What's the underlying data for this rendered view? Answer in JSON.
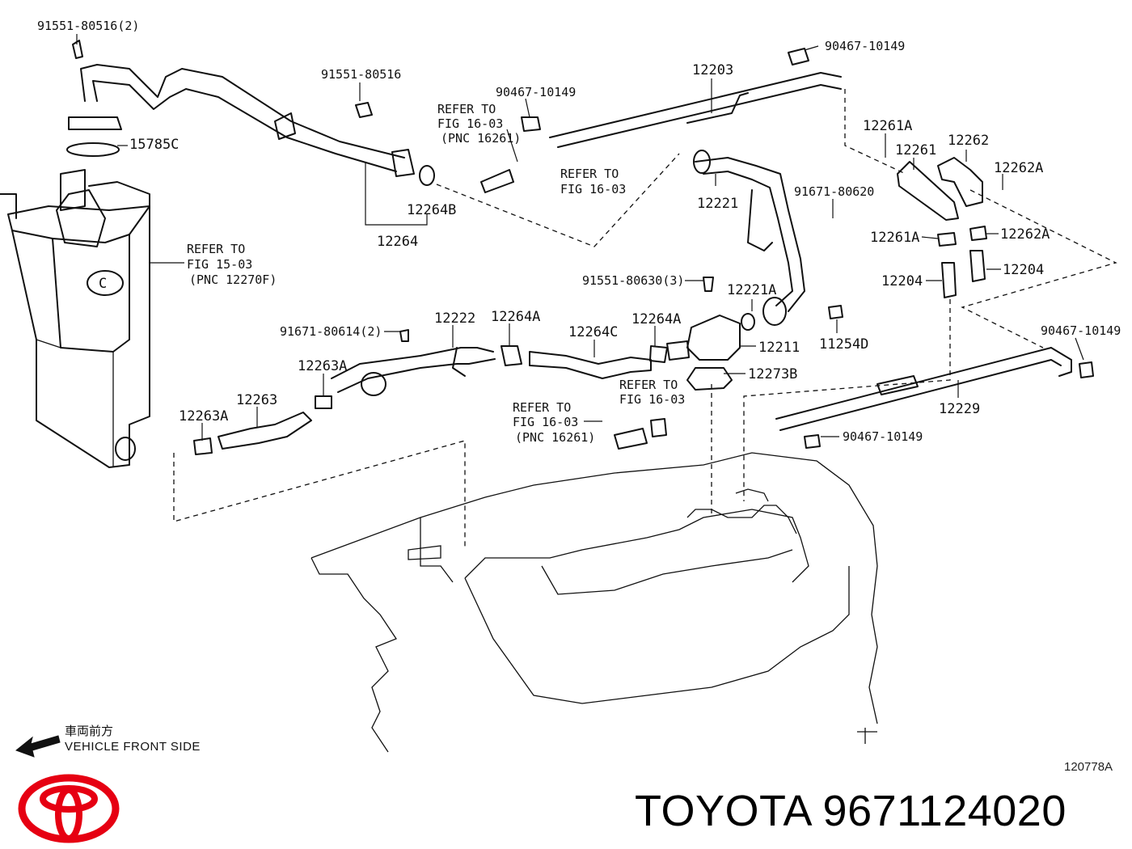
{
  "diagram": {
    "figure_code": "120778A",
    "direction": {
      "japanese": "車両前方",
      "english": "VEHICLE FRONT SIDE"
    },
    "brand": {
      "footer_text": "TOYOTA 9671124020",
      "logo_color": "#e60012"
    },
    "part_labels": [
      {
        "id": "l01",
        "text": "91551-80516(2)"
      },
      {
        "id": "l02",
        "text": "91551-80516"
      },
      {
        "id": "l03",
        "text": "15785C"
      },
      {
        "id": "l04",
        "text": "12264B"
      },
      {
        "id": "l05",
        "text": "12264"
      },
      {
        "id": "l06",
        "text": "90467-10149"
      },
      {
        "id": "l07",
        "text": "12203"
      },
      {
        "id": "l08",
        "text": "90467-10149"
      },
      {
        "id": "l09",
        "text": "12261A"
      },
      {
        "id": "l10",
        "text": "12261"
      },
      {
        "id": "l11",
        "text": "12262"
      },
      {
        "id": "l12",
        "text": "12262A"
      },
      {
        "id": "l13",
        "text": "12221"
      },
      {
        "id": "l14",
        "text": "91671-80620"
      },
      {
        "id": "l15",
        "text": "12261A"
      },
      {
        "id": "l16",
        "text": "12262A"
      },
      {
        "id": "l17",
        "text": "12204"
      },
      {
        "id": "l18",
        "text": "12204"
      },
      {
        "id": "l19",
        "text": "91551-80630(3)"
      },
      {
        "id": "l20",
        "text": "12221A"
      },
      {
        "id": "l21",
        "text": "11254D"
      },
      {
        "id": "l22",
        "text": "12211"
      },
      {
        "id": "l23",
        "text": "12273B"
      },
      {
        "id": "l24",
        "text": "90467-10149"
      },
      {
        "id": "l25",
        "text": "12229"
      },
      {
        "id": "l26",
        "text": "90467-10149"
      },
      {
        "id": "l27",
        "text": "91671-80614(2)"
      },
      {
        "id": "l28",
        "text": "12222"
      },
      {
        "id": "l29",
        "text": "12264A"
      },
      {
        "id": "l30",
        "text": "12264C"
      },
      {
        "id": "l31",
        "text": "12264A"
      },
      {
        "id": "l32",
        "text": "12263A"
      },
      {
        "id": "l33",
        "text": "12263"
      },
      {
        "id": "l34",
        "text": "12263A"
      }
    ],
    "references": [
      {
        "id": "r1",
        "line1": "REFER TO",
        "line2": "FIG 16-03",
        "line3": "(PNC 16261)"
      },
      {
        "id": "r2",
        "line1": "REFER TO",
        "line2": "FIG 16-03",
        "line3": ""
      },
      {
        "id": "r3",
        "line1": "REFER TO",
        "line2": "FIG 15-03",
        "line3": "(PNC 12270F)"
      },
      {
        "id": "r4",
        "line1": "REFER TO",
        "line2": "FIG 16-03",
        "line3": ""
      },
      {
        "id": "r5",
        "line1": "REFER TO",
        "line2": "FIG 16-03",
        "line3": "(PNC 16261)"
      }
    ]
  }
}
